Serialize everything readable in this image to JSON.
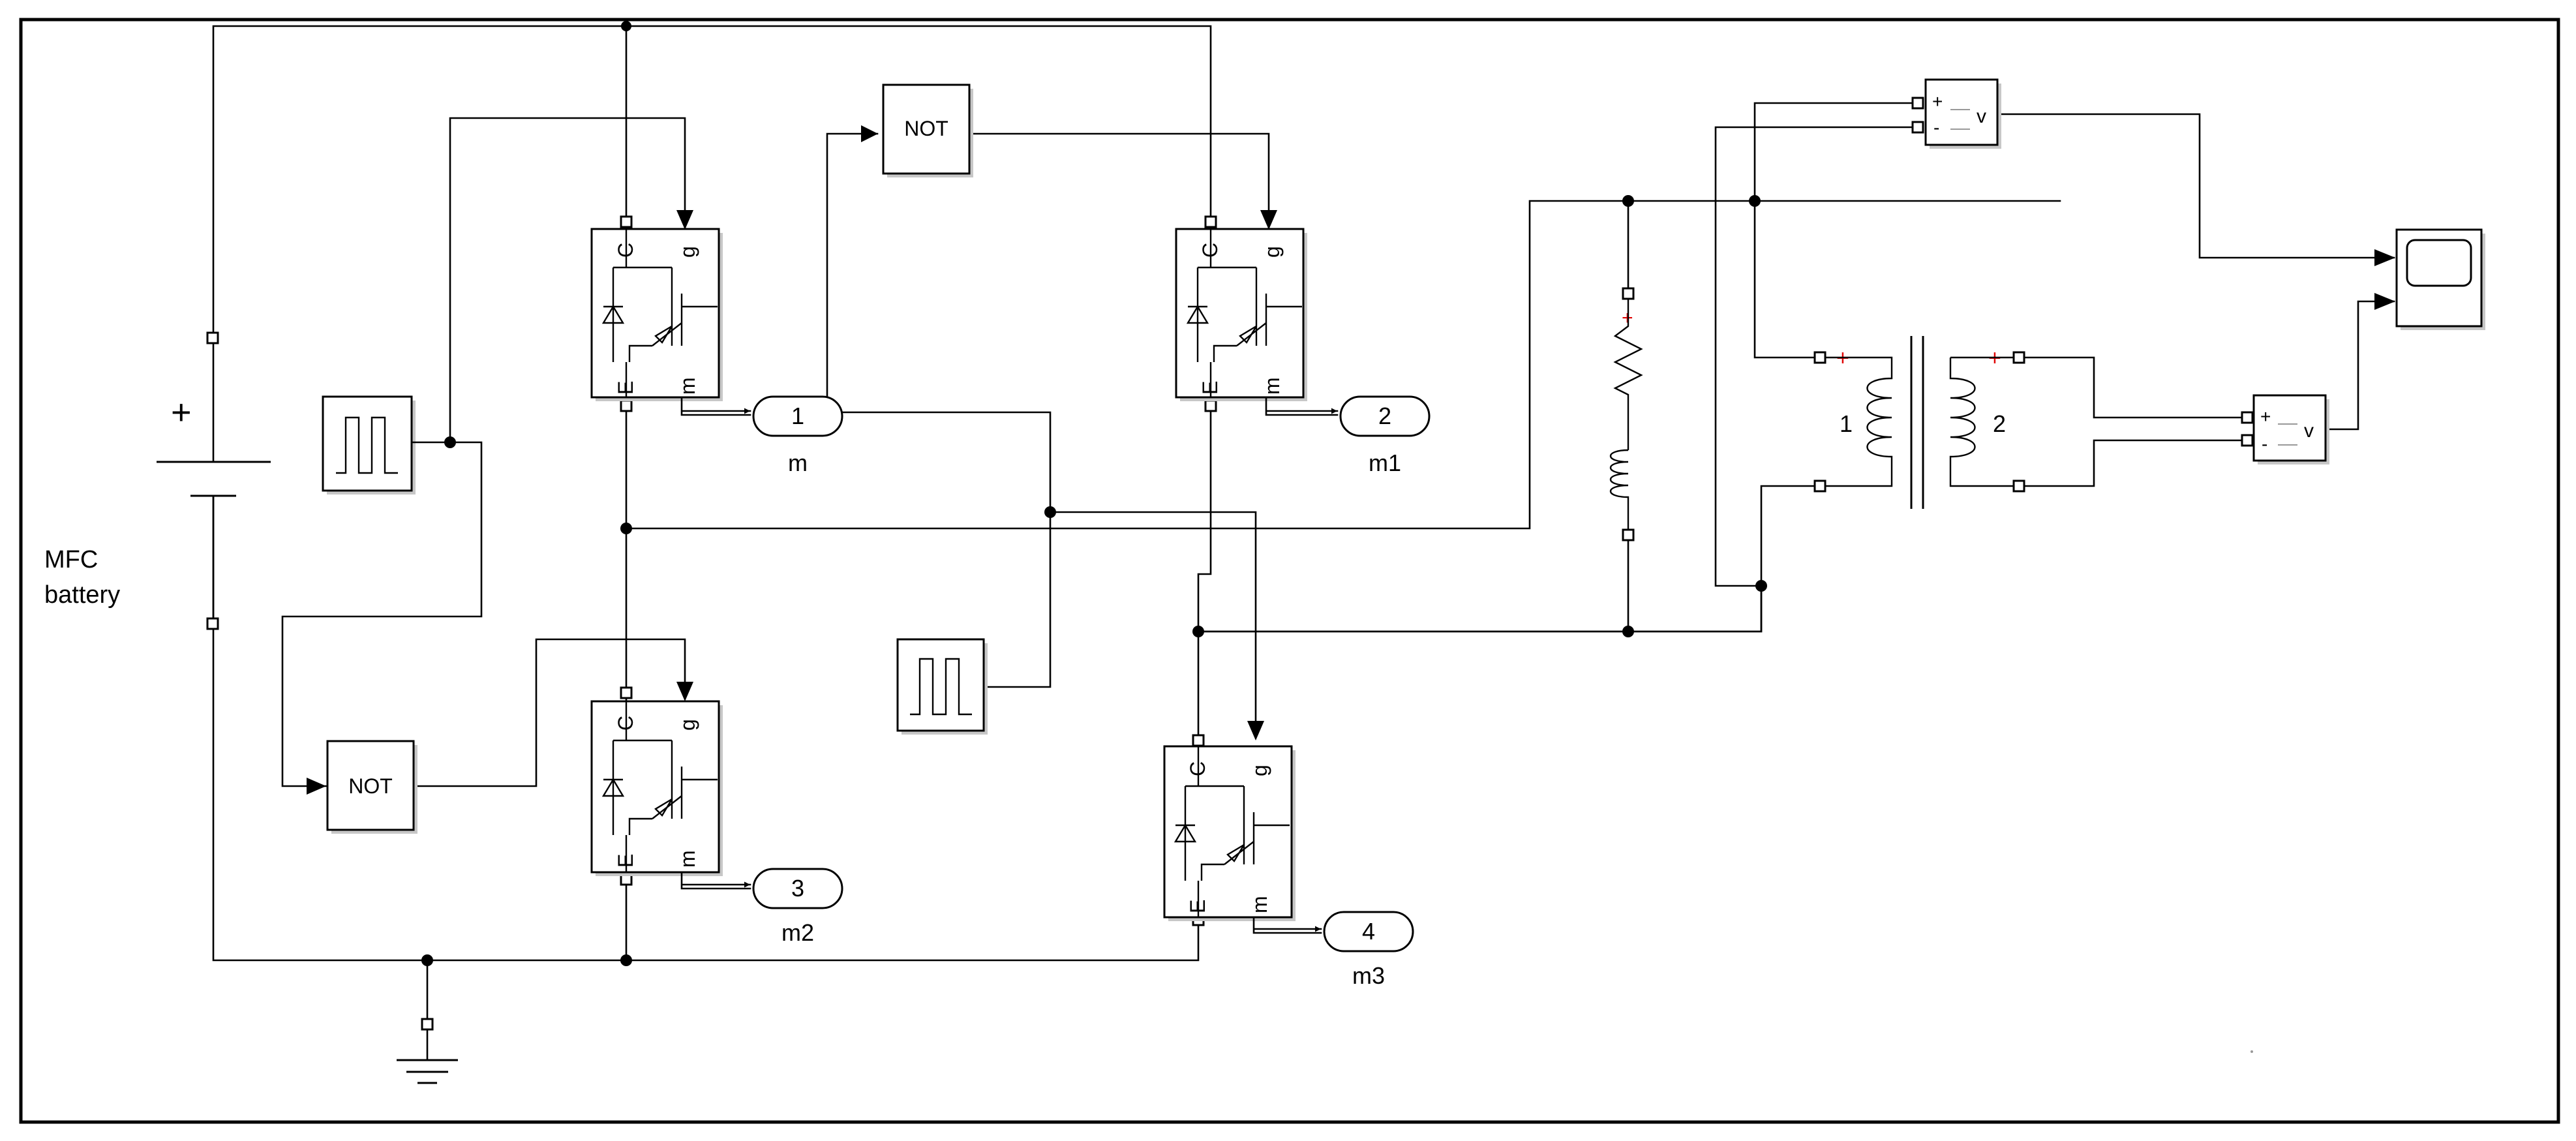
{
  "battery": {
    "label_line1": "MFC",
    "label_line2": "battery",
    "plus": "+"
  },
  "not_gates": {
    "top": "NOT",
    "left": "NOT"
  },
  "igbts": [
    {
      "c": "C",
      "g": "g",
      "e": "E",
      "m": "m"
    },
    {
      "c": "C",
      "g": "g",
      "e": "E",
      "m": "m"
    },
    {
      "c": "C",
      "g": "g",
      "e": "E",
      "m": "m"
    },
    {
      "c": "C",
      "g": "g",
      "e": "E",
      "m": "m"
    }
  ],
  "outports": [
    {
      "number": "1",
      "label": "m"
    },
    {
      "number": "2",
      "label": "m1"
    },
    {
      "number": "3",
      "label": "m2"
    },
    {
      "number": "4",
      "label": "m3"
    }
  ],
  "transformer": {
    "winding1": "1",
    "winding2": "2",
    "polarity": "+"
  },
  "voltmeters": {
    "top": {
      "plus": "+",
      "minus": "-",
      "v": "v"
    },
    "right": {
      "plus": "+",
      "minus": "-",
      "v": "v"
    }
  },
  "load": {
    "polarity": "+"
  }
}
